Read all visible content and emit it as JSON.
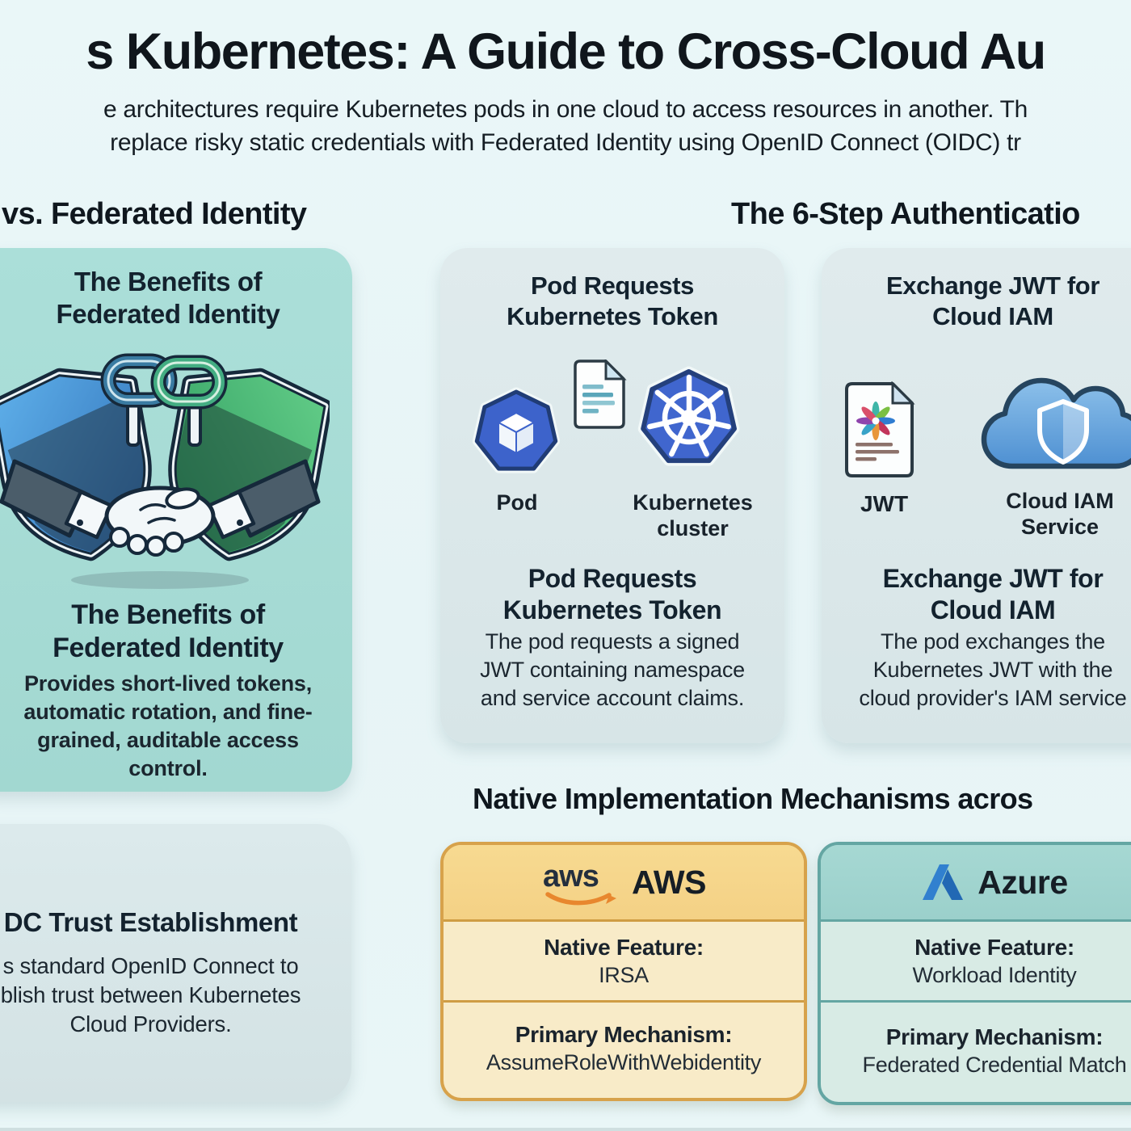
{
  "header": {
    "title": "s Kubernetes: A Guide to Cross-Cloud Au",
    "subtitle1": "e architectures require Kubernetes pods in one cloud to access resources in another. Th",
    "subtitle2": "replace risky static credentials with Federated Identity using OpenID Connect (OIDC) tr"
  },
  "left_section": {
    "heading": "vs. Federated Identity",
    "benefits_card": {
      "title": "The Benefits of\nFederated Identity",
      "subtitle": "The Benefits of\nFederated Identity",
      "body": "Provides short-lived tokens,\nautomatic rotation, and fine-\ngrained, auditable access\ncontrol."
    },
    "oidc_card": {
      "title": "DC Trust Establishment",
      "body": "s standard OpenID Connect to\nblish trust between Kubernetes\nCloud Providers."
    }
  },
  "steps_section": {
    "heading": "The 6-Step Authenticatio",
    "step1": {
      "title": "Pod Requests\nKubernetes Token",
      "icon_labels": {
        "pod": "Pod",
        "cluster": "Kubernetes\ncluster"
      },
      "subtitle": "Pod Requests\nKubernetes Token",
      "body": "The pod requests a signed\nJWT containing namespace\nand service account claims."
    },
    "step2": {
      "title": "Exchange JWT for\nCloud IAM",
      "icon_labels": {
        "jwt": "JWT",
        "cloud": "Cloud IAM\nService"
      },
      "subtitle": "Exchange JWT for\nCloud IAM",
      "body": "The pod exchanges the\nKubernetes JWT with the\ncloud provider's IAM service"
    }
  },
  "native_section": {
    "heading": "Native Implementation Mechanisms acros",
    "aws": {
      "logo_text": "aws",
      "name": "AWS",
      "feature_label": "Native Feature:",
      "feature_value": "IRSA",
      "mechanism_label": "Primary Mechanism:",
      "mechanism_value": "AssumeRoleWithWebidentity"
    },
    "azure": {
      "name": "Azure",
      "feature_label": "Native Feature:",
      "feature_value": "Workload Identity",
      "mechanism_label": "Primary Mechanism:",
      "mechanism_value": "Federated Credential Match"
    }
  },
  "colors": {
    "page_bg": "#e9f6f7",
    "teal_card": "#a8dcd6",
    "step_card": "#dce8ea",
    "aws_gold": "#f6d78c",
    "aws_border": "#d7a24b",
    "azure_teal": "#a2d6d1",
    "azure_border": "#64a6a3",
    "kubernetes_blue": "#4066ce",
    "cloud_blue": "#5e9fd8",
    "aws_smile_orange": "#e8872e"
  }
}
